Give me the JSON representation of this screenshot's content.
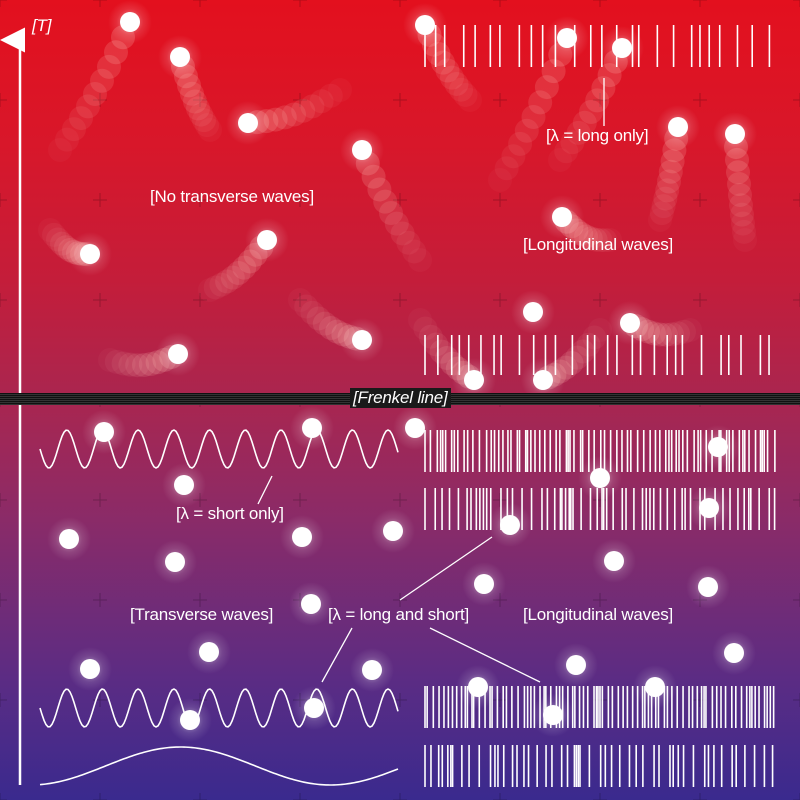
{
  "axis": {
    "label": "[T]"
  },
  "labels": {
    "no_transverse": "[No transverse waves]",
    "long_only": "[λ = long only]",
    "longitudinal_top": "[Longitudinal waves]",
    "frenkel": "[Frenkel line]",
    "short_only": "[λ = short only]",
    "transverse": "[Transverse waves]",
    "long_and_short": "[λ = long and short]",
    "longitudinal_bottom": "[Longitudinal waves]"
  },
  "colors": {
    "top": "#e3101e",
    "bottom": "#3a2a8e",
    "particle": "#ffffff",
    "line": "#ffffff",
    "frenkel_band": "#1a1a1a"
  }
}
